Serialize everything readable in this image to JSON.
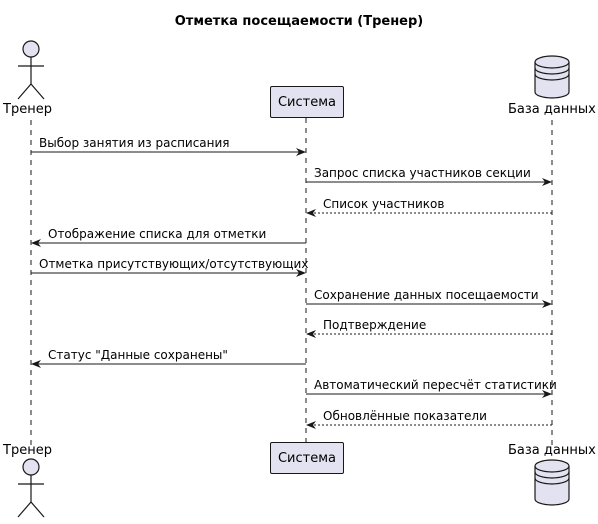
{
  "title": "Отметка посещаемости (Тренер)",
  "participants": {
    "trainer": {
      "label": "Тренер",
      "kind": "actor"
    },
    "system": {
      "label": "Система",
      "kind": "participant"
    },
    "db": {
      "label": "База данных",
      "kind": "database"
    }
  },
  "colors": {
    "participant_fill": "#E2E2F0",
    "outline": "#181818",
    "lifeline": "#181818"
  },
  "messages": [
    {
      "from": "trainer",
      "to": "system",
      "text": "Выбор занятия из расписания",
      "style": "solid"
    },
    {
      "from": "system",
      "to": "db",
      "text": "Запрос списка участников секции",
      "style": "solid"
    },
    {
      "from": "db",
      "to": "system",
      "text": "Список участников",
      "style": "dashed"
    },
    {
      "from": "system",
      "to": "trainer",
      "text": "Отображение списка для отметки",
      "style": "solid"
    },
    {
      "from": "trainer",
      "to": "system",
      "text": "Отметка присутствующих/отсутствующих",
      "style": "solid"
    },
    {
      "from": "system",
      "to": "db",
      "text": "Сохранение данных посещаемости",
      "style": "solid"
    },
    {
      "from": "db",
      "to": "system",
      "text": "Подтверждение",
      "style": "dashed"
    },
    {
      "from": "system",
      "to": "trainer",
      "text": "Статус \"Данные сохранены\"",
      "style": "solid"
    },
    {
      "from": "system",
      "to": "db",
      "text": "Автоматический пересчёт статистики",
      "style": "solid"
    },
    {
      "from": "db",
      "to": "system",
      "text": "Обновлённые показатели",
      "style": "dashed"
    }
  ]
}
